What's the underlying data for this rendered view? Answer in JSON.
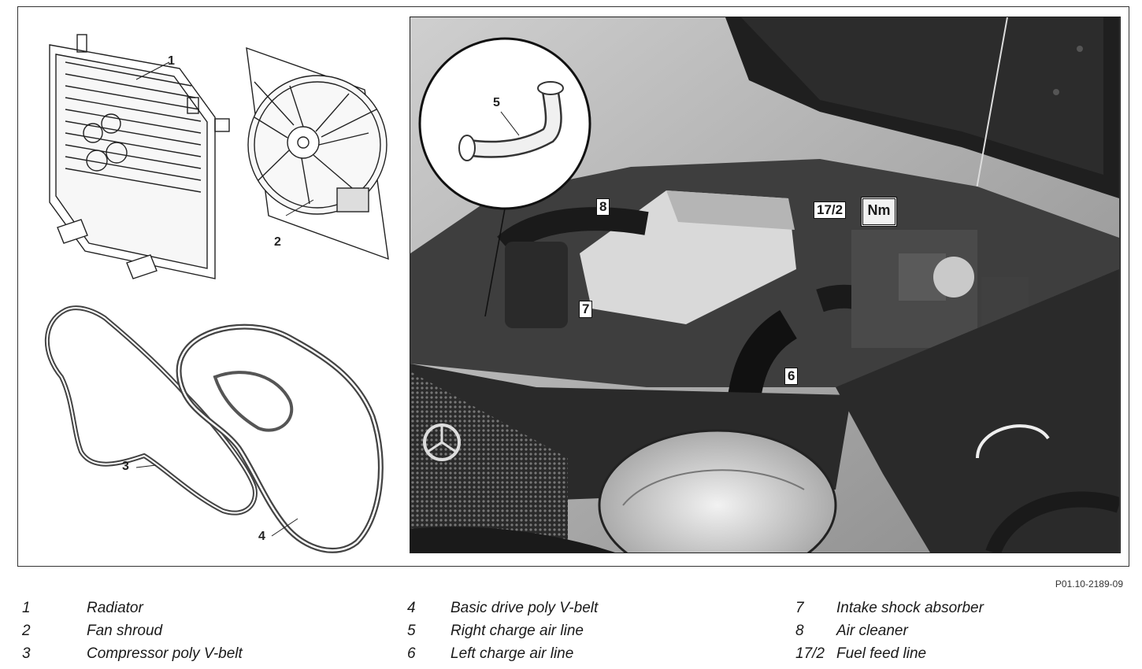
{
  "figure_code": "P01.10-2189-09",
  "diagram_labels": {
    "radiator": "1",
    "fan_shroud": "2",
    "compressor_belt": "3",
    "basic_belt": "4"
  },
  "photo_callouts": {
    "right_charge_air_line": "5",
    "air_cleaner": "8",
    "intake_shock_absorber": "7",
    "left_charge_air_line": "6",
    "fuel_feed_line": "17/2",
    "torque_symbol": "Nm"
  },
  "legend": [
    [
      {
        "num": "1",
        "text": "Radiator"
      },
      {
        "num": "2",
        "text": "Fan shroud"
      },
      {
        "num": "3",
        "text": "Compressor poly V-belt"
      }
    ],
    [
      {
        "num": "4",
        "text": "Basic drive poly V-belt"
      },
      {
        "num": "5",
        "text": "Right charge air line"
      },
      {
        "num": "6",
        "text": "Left charge air line"
      }
    ],
    [
      {
        "num": "7",
        "text": "Intake shock absorber"
      },
      {
        "num": "8",
        "text": "Air cleaner"
      },
      {
        "num": "17/2",
        "text": "Fuel feed line"
      }
    ]
  ]
}
